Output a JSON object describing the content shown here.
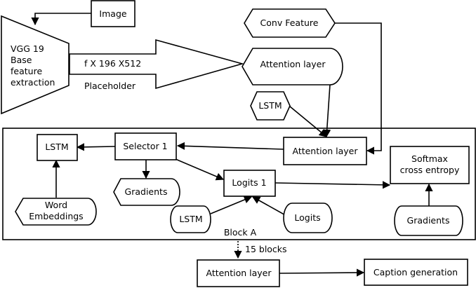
{
  "nodes": {
    "image": "Image",
    "vgg": [
      "VGG 19",
      "Base",
      "feature",
      "extraction"
    ],
    "conv_feature": "Conv Feature",
    "attention_top": "Attention layer",
    "tensor_label": "f X 196 X512",
    "placeholder": "Placeholder",
    "lstm_top": "LSTM",
    "lstm_block": "LSTM",
    "selector": "Selector 1",
    "attention_block": "Attention layer",
    "softmax": [
      "Softmax",
      "cross entropy"
    ],
    "gradients_mid": "Gradients",
    "logits1": "Logits 1",
    "word_embeddings": [
      "Word",
      "Embeddings"
    ],
    "lstm_bottom": "LSTM",
    "logits": "Logits",
    "gradients_right": "Gradients",
    "block_label": "Block A",
    "repeat_label": "15 blocks",
    "attention_bottom": "Attention layer",
    "caption": "Caption generation"
  }
}
